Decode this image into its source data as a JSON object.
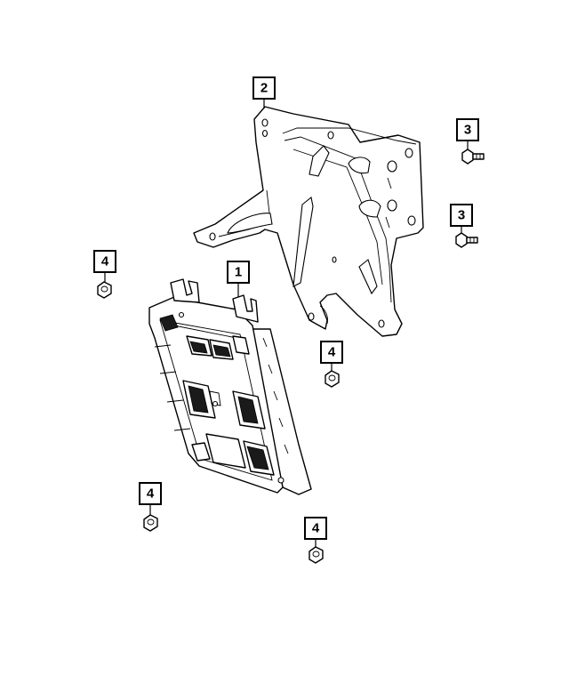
{
  "callouts": [
    {
      "id": "callout-2",
      "label": "2"
    },
    {
      "id": "callout-3a",
      "label": "3"
    },
    {
      "id": "callout-3b",
      "label": "3"
    },
    {
      "id": "callout-1",
      "label": "1"
    },
    {
      "id": "callout-4a",
      "label": "4"
    },
    {
      "id": "callout-4b",
      "label": "4"
    },
    {
      "id": "callout-4c",
      "label": "4"
    },
    {
      "id": "callout-4d",
      "label": "4"
    }
  ],
  "colors": {
    "line": "#000000",
    "background": "#ffffff"
  }
}
